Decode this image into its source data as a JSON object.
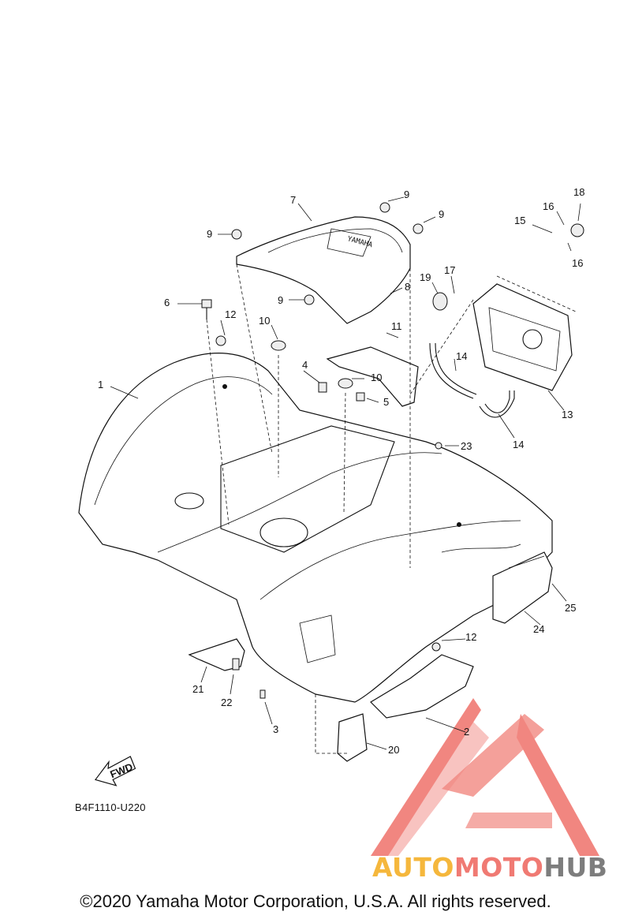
{
  "diagram": {
    "code": "B4F1110-U220",
    "fwd_label": "FWD",
    "callouts": [
      {
        "id": "c1",
        "label": "1"
      },
      {
        "id": "c2",
        "label": "2"
      },
      {
        "id": "c3",
        "label": "3"
      },
      {
        "id": "c4",
        "label": "4"
      },
      {
        "id": "c5",
        "label": "5"
      },
      {
        "id": "c6",
        "label": "6"
      },
      {
        "id": "c7",
        "label": "7"
      },
      {
        "id": "c8",
        "label": "8"
      },
      {
        "id": "c9a",
        "label": "9"
      },
      {
        "id": "c9b",
        "label": "9"
      },
      {
        "id": "c9c",
        "label": "9"
      },
      {
        "id": "c9d",
        "label": "9"
      },
      {
        "id": "c10a",
        "label": "10"
      },
      {
        "id": "c10b",
        "label": "10"
      },
      {
        "id": "c11",
        "label": "11"
      },
      {
        "id": "c12a",
        "label": "12"
      },
      {
        "id": "c12b",
        "label": "12"
      },
      {
        "id": "c13",
        "label": "13"
      },
      {
        "id": "c14a",
        "label": "14"
      },
      {
        "id": "c14b",
        "label": "14"
      },
      {
        "id": "c15",
        "label": "15"
      },
      {
        "id": "c16a",
        "label": "16"
      },
      {
        "id": "c16b",
        "label": "16"
      },
      {
        "id": "c17",
        "label": "17"
      },
      {
        "id": "c18",
        "label": "18"
      },
      {
        "id": "c19",
        "label": "19"
      },
      {
        "id": "c20",
        "label": "20"
      },
      {
        "id": "c21",
        "label": "21"
      },
      {
        "id": "c22",
        "label": "22"
      },
      {
        "id": "c23",
        "label": "23"
      },
      {
        "id": "c24",
        "label": "24"
      },
      {
        "id": "c25",
        "label": "25"
      }
    ]
  },
  "watermark": {
    "part1": "AUTO",
    "part2": "MOTO",
    "part3": "HUB",
    "color_yellow": "#f5b73c",
    "color_red": "#f07a73",
    "color_gray": "#7d7d7d"
  },
  "copyright": "©2020 Yamaha Motor Corporation, U.S.A. All rights reserved."
}
